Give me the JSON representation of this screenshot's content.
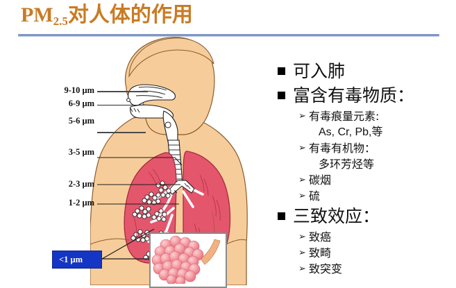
{
  "slide": {
    "title_main": "PM",
    "title_sub": "2.5",
    "title_rest": "对人体的作用",
    "accent_color": "#c97b24",
    "rule_color": "#8096c4",
    "background": "#ffffff"
  },
  "size_labels": [
    {
      "text": "9-10 μm"
    },
    {
      "text": "6-9 μm"
    },
    {
      "text": "5-6  μm"
    },
    {
      "text": "3-5  μm"
    },
    {
      "text": "2-3  μm"
    },
    {
      "text": "1-2  μm"
    }
  ],
  "callout": {
    "text": "<1 μm",
    "box_color": "#1536c4",
    "text_color": "#ffffff"
  },
  "diagram": {
    "name": "human-respiratory-tract-diagram",
    "skin_color": "#f6cd9a",
    "skin_outline": "#8a5a2b",
    "lung_color": "#e4566c",
    "lung_outline": "#a8293f",
    "airway_color": "#ffffff",
    "alveoli_color": "#f08e96",
    "inset_border": "#8a8a8a"
  },
  "bullets": [
    {
      "level": 1,
      "marker": "square-bullet",
      "text": "可入肺"
    },
    {
      "level": 1,
      "marker": "square-bullet",
      "text": "富含有毒物质："
    },
    {
      "level": 2,
      "marker": "arrow-bullet",
      "text": "有毒痕量元素:"
    },
    {
      "level": 3,
      "marker": "none",
      "text": "As, Cr, Pb,等",
      "latin": true
    },
    {
      "level": 2,
      "marker": "arrow-bullet",
      "text": "有毒有机物："
    },
    {
      "level": 3,
      "marker": "none",
      "text": "多环芳烃等"
    },
    {
      "level": 2,
      "marker": "arrow-bullet",
      "text": "碳烟"
    },
    {
      "level": 2,
      "marker": "arrow-bullet",
      "text": "硫"
    },
    {
      "level": 1,
      "marker": "square-bullet",
      "text": "三致效应："
    },
    {
      "level": 2,
      "marker": "arrow-bullet",
      "text": "致癌"
    },
    {
      "level": 2,
      "marker": "arrow-bullet",
      "text": "致畸"
    },
    {
      "level": 2,
      "marker": "arrow-bullet",
      "text": "致突变"
    }
  ],
  "arrow_glyph": "➢"
}
